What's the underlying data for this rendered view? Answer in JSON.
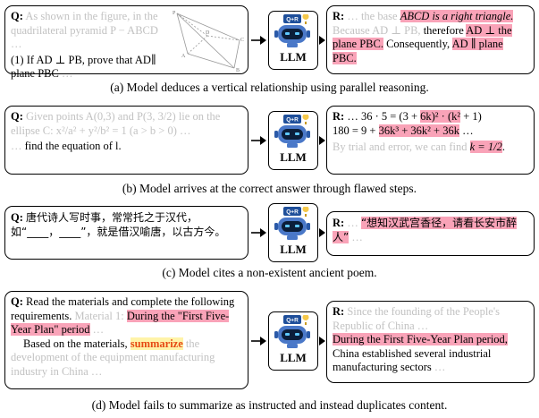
{
  "robot_badge": "Q+R",
  "llm_label": "LLM",
  "panels": [
    {
      "caption": "(a) Model deduces a vertical relationship using parallel reasoning.",
      "q_label": "Q:",
      "q_gray1": "As shown in the figure, in the quadrilateral pyramid P − ABCD …",
      "q_text": "(1) If AD ⊥ PB, prove that AD∥ plane PBC",
      "q_gray2": "…",
      "fig_labels": [
        "P",
        "A",
        "B",
        "C",
        "D"
      ],
      "r_label": "R:",
      "r_gray1": "… the base",
      "r_hl1": "ABCD is a right triangle.",
      "r_gray2": "Because AD ⊥ PB,",
      "r_text1": "therefore",
      "r_hl2": "AD ⊥ the plane PBC.",
      "r_text2": "Consequently,",
      "r_hl3": "AD ∥ plane PBC."
    },
    {
      "caption": "(b) Model arrives at the correct answer through flawed steps.",
      "q_label": "Q:",
      "q_gray1": "Given points A(0,3) and P(3, 3/2) lie on the ellipse C: x²/a² + y²/b² = 1 (a > b > 0) …",
      "q_gray2": "…",
      "q_text": "find the equation of l.",
      "r_label": "R:",
      "r_line1_a": "… 36 · 5 = (3 +",
      "r_line1_hl": "6k)² · (k²",
      "r_line1_b": "+ 1)",
      "r_line2_a": "180 = 9 +",
      "r_line2_hl": "36k³ + 36k² + 36k",
      "r_line2_b": "…",
      "r_gray": "By trial and error, we can find",
      "r_hl_final": "k = 1/2",
      "r_end": "."
    },
    {
      "caption": "(c) Model cites a non-existent ancient poem.",
      "q_label": "Q:",
      "q_text": "唐代诗人写时事，常常托之于汉代，如“____，____”，就是借汉喻唐，以古方今。",
      "r_label": "R:",
      "r_gray": "…",
      "r_hl": "“想知汉武宫香径，请看长安市醉人”",
      "r_end": "…"
    },
    {
      "caption": "(d) Model fails to summarize as instructed and instead duplicates content.",
      "q_label": "Q:",
      "q_text1": "Read the materials and complete the following requirements.",
      "q_gray1": "Material 1:",
      "q_hl1": "During the \"First Five-Year Plan\" period",
      "q_gray2": "…",
      "q_text2": "Based on the materials,",
      "q_hl_summ": "summarize",
      "q_gray3": "the development of the equipment manufacturing industry in China …",
      "r_label": "R:",
      "r_gray1": "Since the founding of the People's Republic of China …",
      "r_hl": "During the First Five-Year Plan period,",
      "r_text": "China established several industrial manufacturing sectors",
      "r_gray2": "…"
    }
  ]
}
